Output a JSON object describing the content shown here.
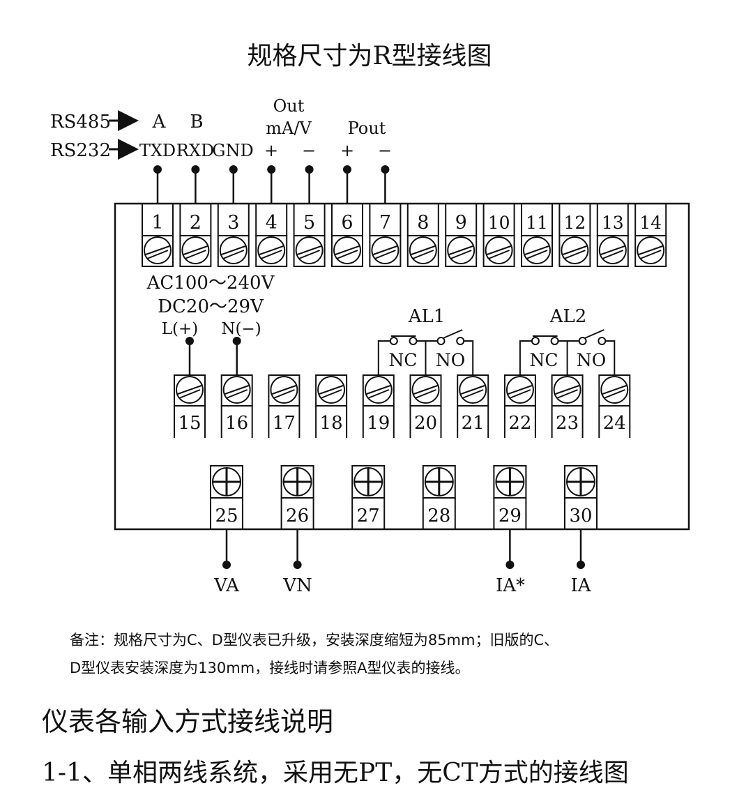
{
  "title": "规格尺寸为R型接线图",
  "protocol_rows": [
    {
      "label": "RS485",
      "pins": [
        "A",
        "B"
      ]
    },
    {
      "label": "RS232",
      "pins": [
        "TXD",
        "RXD",
        "GND"
      ]
    }
  ],
  "outputs": {
    "analog": {
      "line1": "Out",
      "line2": "mA/V",
      "plus": "+",
      "minus": "−"
    },
    "pulse": {
      "label": "Pout",
      "plus": "+",
      "minus": "−"
    }
  },
  "top_terminals": [
    "1",
    "2",
    "3",
    "4",
    "5",
    "6",
    "7",
    "8",
    "9",
    "10",
    "11",
    "12",
    "13",
    "14"
  ],
  "power": {
    "ac": "AC100～240V",
    "dc": "DC20～29V",
    "line": "L(+)",
    "neutral": "N(−)"
  },
  "middle_terminals": [
    "15",
    "16",
    "17",
    "18",
    "19",
    "20",
    "21",
    "22",
    "23",
    "24"
  ],
  "relays": [
    {
      "name": "AL1",
      "nc": "NC",
      "no": "NO"
    },
    {
      "name": "AL2",
      "nc": "NC",
      "no": "NO"
    }
  ],
  "bottom_terminals": [
    "25",
    "26",
    "27",
    "28",
    "29",
    "30"
  ],
  "inputs": [
    {
      "terminal": "25",
      "label": "VA"
    },
    {
      "terminal": "26",
      "label": "VN"
    },
    {
      "terminal": "29",
      "label": "IA*"
    },
    {
      "terminal": "30",
      "label": "IA"
    }
  ],
  "note": {
    "line1": "备注：规格尺寸为C、D型仪表已升级，安装深度缩短为85mm；旧版的C、",
    "line2": "D型仪表安装深度为130mm，接线时请参照A型仪表的接线。"
  },
  "section_heading": "仪表各输入方式接线说明",
  "sub_heading": "1-1、单相两线系统，采用无PT，无CT方式的接线图"
}
